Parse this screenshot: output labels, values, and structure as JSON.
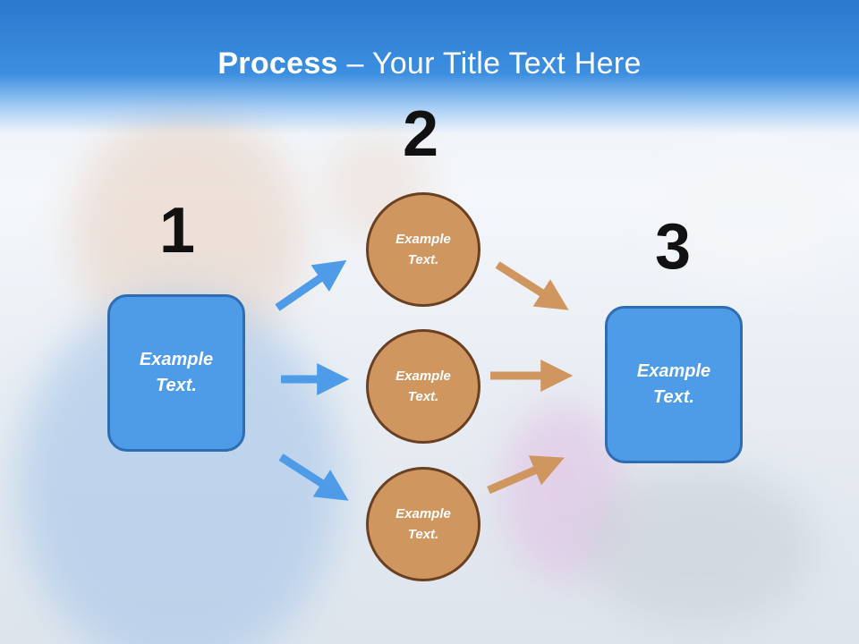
{
  "title": {
    "bold": "Process",
    "rest": " – Your Title Text Here"
  },
  "steps": {
    "one": "1",
    "two": "2",
    "three": "3"
  },
  "left_box": {
    "text": "Example\nText."
  },
  "right_box": {
    "text": "Example\nText."
  },
  "circles": [
    {
      "text": "Example\nText."
    },
    {
      "text": "Example\nText."
    },
    {
      "text": "Example\nText."
    }
  ],
  "colors": {
    "header": "#3c8fe0",
    "box": "#4e9be8",
    "circle": "#d09660",
    "blue_arrow": "#4e9be8",
    "brown_arrow": "#d09660"
  }
}
